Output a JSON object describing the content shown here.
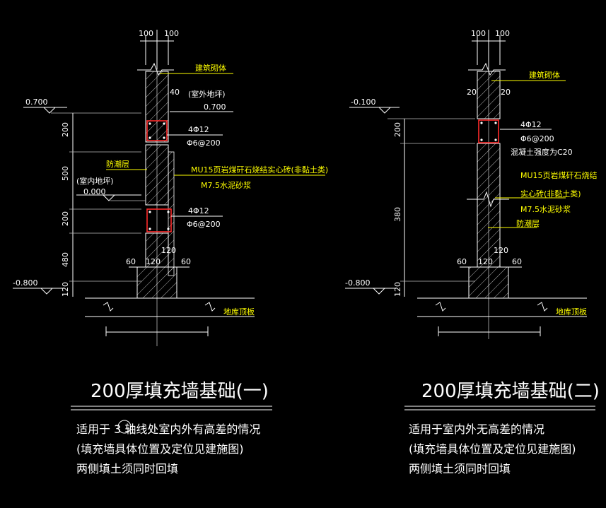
{
  "left": {
    "dims_top": [
      "100",
      "100"
    ],
    "label_building": "建筑砌体",
    "label_outdoor": "(室外地坪)",
    "label_40": "40",
    "elev_outdoor_right": "0.700",
    "elev_left_top": "0.700",
    "rebar1": "4Φ12",
    "stirrup1": "Φ6@200",
    "label_dpc": "防潮层",
    "material1": "MU15页岩煤矸石烧结实心砖(非黏土类)",
    "material2": "M7.5水泥砂浆",
    "label_indoor": "(室内地坪)",
    "elev_indoor": "0.000",
    "rebar2": "4Φ12",
    "stirrup2": "Φ6@200",
    "v_dims": [
      "200",
      "500",
      "200",
      "480",
      "120"
    ],
    "dim_120a": "120",
    "dim_120b": "120",
    "dim_60a": "60",
    "dim_60b": "60",
    "elev_bottom": "-0.800",
    "label_slab": "地库顶板",
    "title": "200厚填充墙基础(一)",
    "note1": "适用于 3 轴线处室内外有高差的情况",
    "note2": "(填充墙具体位置及定位见建施图)",
    "note3": "两侧填土须同时回填"
  },
  "right": {
    "dims_top": [
      "100",
      "100"
    ],
    "label_building": "建筑砌体",
    "dim_20a": "20",
    "dim_20b": "20",
    "elev_top": "-0.100",
    "rebar": "4Φ12",
    "stirrup": "Φ6@200",
    "concrete": "混凝土强度为C20",
    "material1": "MU15页岩煤矸石烧结",
    "material2": "实心砖(非黏土类)",
    "material3": "M7.5水泥砂浆",
    "label_dpc": "防潮层",
    "v_dims": [
      "200",
      "380",
      "120"
    ],
    "dim_120a": "120",
    "dim_120b": "120",
    "dim_60a": "60",
    "dim_60b": "60",
    "elev_bottom": "-0.800",
    "label_slab": "地库顶板",
    "title": "200厚填充墙基础(二)",
    "note1": "适用于室内外无高差的情况",
    "note2": "(填充墙具体位置及定位见建施图)",
    "note3": "两侧填土须同时回填"
  }
}
